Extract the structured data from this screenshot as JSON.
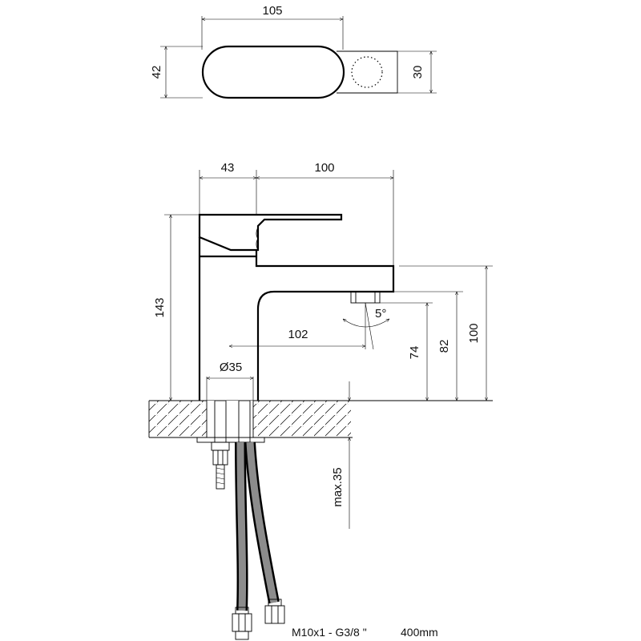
{
  "drawing": {
    "top_view": {
      "width_dim": "105",
      "height_dim": "42",
      "spout_dim": "30"
    },
    "side_view": {
      "body_width_dim": "43",
      "reach_dim": "100",
      "height_dim": "143",
      "spout_reach_dim": "102",
      "angle_dim": "5°",
      "diameter_dim": "Ø35",
      "spout_height_74": "74",
      "spout_height_82": "82",
      "spout_height_100": "100",
      "max_deck_dim": "max.35"
    },
    "notes": {
      "thread": "M10x1 - G3/8 \"",
      "hose_length": "400mm"
    }
  }
}
